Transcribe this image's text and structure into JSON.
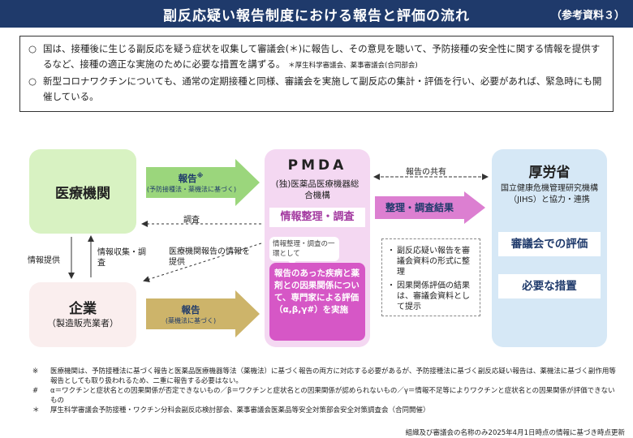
{
  "header": {
    "title": "副反応疑い報告制度における報告と評価の流れ",
    "reference": "（参考資料３）"
  },
  "intro": {
    "bullet_mark": "○",
    "bullet1": "国は、接種後に生じる副反応を疑う症状を収集して審議会(＊)に報告し、その意見を聴いて、予防接種の安全性に関する情報を提供するなど、接種の適正な実施のために必要な措置を講ずる。",
    "bullet1_note": "＊厚生科学審議会、薬事審議会(合同部会)",
    "bullet2": "新型コロナワクチンについても、通常の定期接種と同様、審議会を実施して副反応の集計・評価を行い、必要があれば、緊急時にも開催している。"
  },
  "nodes": {
    "iryo": {
      "title": "医療機関"
    },
    "kigyo": {
      "title": "企業",
      "subtitle": "（製造販売業者）"
    },
    "pmda": {
      "title": "PMDA",
      "subtitle": "(独)医薬品医療機器総合機構",
      "tag": "情報整理・調査",
      "bubble": "情報整理・調査の一環として",
      "evaluation": "報告のあった疾病と薬剤との因果関係について、専門家による評価（α,β,γ#）を実施"
    },
    "mhlw": {
      "title": "厚労省",
      "subtitle": "国立健康危機管理研究機構（JIHS）と協力・連携",
      "panel1": "審議会での評価",
      "panel2": "必要な措置"
    }
  },
  "flows": {
    "report1_label": "報告",
    "report1_mark": "※",
    "report1_sub": "(予防接種法・薬機法に基づく)",
    "report2_label": "報告",
    "report2_sub": "(薬機法に基づく)",
    "investigation": "調査",
    "share": "報告の共有",
    "result": "整理・調査結果",
    "info_provide": "情報提供",
    "info_collect": "情報収集・調査",
    "hospital_report": "医療機関報告の情報を提供"
  },
  "info_box": {
    "dot": "・",
    "item1": "副反応疑い報告を審議会資料の形式に整理",
    "item2": "因果関係評価の結果は、審議会資料として提示"
  },
  "footnotes": [
    {
      "mark": "※",
      "text": "医療機関は、予防接種法に基づく報告と医薬品医療機器等法（薬機法）に基づく報告の両方に対応する必要があるが、予防接種法に基づく副反応疑い報告は、薬機法に基づく副作用等報告としても取り扱われるため、二重に報告する必要はない。"
    },
    {
      "mark": "#",
      "text": "α＝ワクチンと症状名との因果関係が否定できないもの／β＝ワクチンと症状名との因果関係が認められないもの／γ＝情報不足等によりワクチンと症状名との因果関係が評価できないもの"
    },
    {
      "mark": "＊",
      "text": "厚生科学審議会予防接種・ワクチン分科会副反応検討部会、薬事審議会医薬品等安全対策部会安全対策調査会（合同開催）"
    }
  ],
  "footer_note": "組織及び審議会の名称のみ2025年4月1日時点の情報に基づき時点更新",
  "colors": {
    "header_bg": "#1f3a6b",
    "iryo_bg": "#d8f2c2",
    "kigyo_bg": "#faeeee",
    "pmda_bg": "#f4d8f2",
    "mhlw_bg": "#d6e8f6",
    "green_arrow": "#9bd67c",
    "tan_arrow": "#cdb46a",
    "pink_arrow": "#dc7fd1",
    "eval_bg": "#d657c6"
  }
}
